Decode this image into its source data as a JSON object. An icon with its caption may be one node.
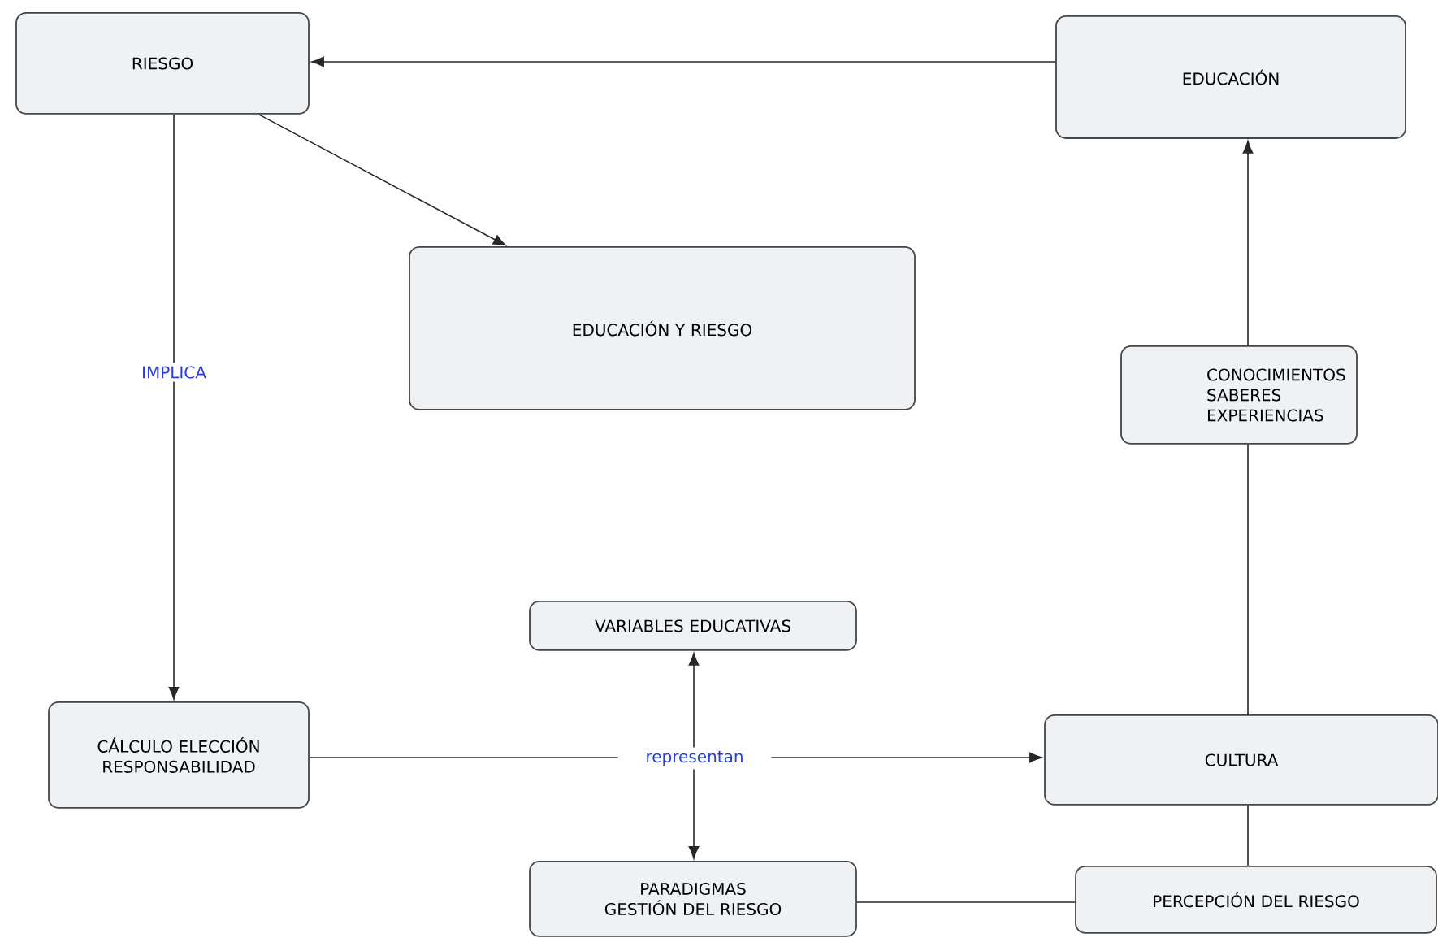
{
  "diagram": {
    "nodes": [
      {
        "text": [
          "RIESGO"
        ]
      },
      {
        "text": [
          "EDUCACIÓN"
        ]
      },
      {
        "text": [
          "EDUCACIÓN Y RIESGO"
        ]
      },
      {
        "text": [
          "CONOCIMIENTOS SABERES EXPERIENCIAS"
        ]
      },
      {
        "text": [
          "VARIABLES EDUCATIVAS"
        ]
      },
      {
        "text": [
          "CÁLCULO ELECCIÓN RESPONSABILIDAD"
        ]
      },
      {
        "text": [
          "representan"
        ]
      },
      {
        "text": [
          "CULTURA"
        ]
      },
      {
        "text": [
          "PARADIGMAS GESTIÓN DEL RIESGO"
        ]
      },
      {
        "text": [
          "PERCEPCIÓN DEL RIESGO"
        ]
      }
    ],
    "edges": [
      {
        "from": 1,
        "to": 0,
        "arrow": "to"
      },
      {
        "from": 0,
        "to": 2,
        "arrow": "to"
      },
      {
        "from": 0,
        "to": 5,
        "arrow": "to",
        "label": "IMPLICA"
      },
      {
        "from": 3,
        "to": 1,
        "arrow": "to"
      },
      {
        "from": 7,
        "to": 3,
        "arrow": "none"
      },
      {
        "from": 5,
        "to": 6,
        "arrow": "none"
      },
      {
        "from": 6,
        "to": 7,
        "arrow": "to"
      },
      {
        "from": 6,
        "to": 4,
        "arrow": "to"
      },
      {
        "from": 6,
        "to": 8,
        "arrow": "to"
      },
      {
        "from": 8,
        "to": 9,
        "arrow": "none"
      },
      {
        "from": 9,
        "to": 7,
        "arrow": "none"
      }
    ]
  }
}
